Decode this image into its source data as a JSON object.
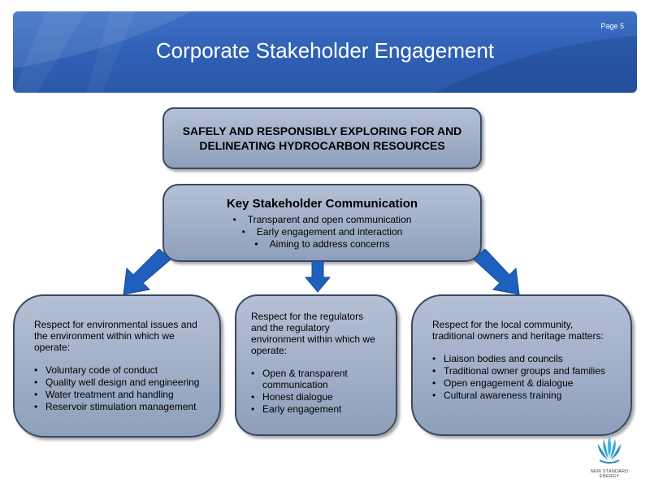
{
  "header": {
    "page_label": "Page 5",
    "title": "Corporate Stakeholder Engagement"
  },
  "top_box": {
    "text": "SAFELY AND RESPONSIBLY EXPLORING FOR AND DELINEATING HYDROCARBON RESOURCES"
  },
  "key_box": {
    "title": "Key Stakeholder Communication",
    "items": [
      "Transparent and open communication",
      "Early engagement and interaction",
      "Aiming to address concerns"
    ]
  },
  "columns": [
    {
      "intro": "Respect for environmental issues  and the environment within which we operate:",
      "items": [
        "Voluntary code of conduct",
        "Quality well design and engineering",
        "Water treatment and handling",
        "Reservoir stimulation management"
      ]
    },
    {
      "intro": "Respect for the regulators and the regulatory environment within which we operate:",
      "items": [
        "Open & transparent communication",
        "Honest dialogue",
        "Early engagement"
      ]
    },
    {
      "intro": "Respect for the local community, traditional owners and heritage matters:",
      "items": [
        "Liaison bodies and councils",
        "Traditional owner groups and families",
        "Open engagement & dialogue",
        "Cultural awareness training"
      ]
    }
  ],
  "logo": {
    "line1": "NEW STANDARD",
    "line2": "ENERGY"
  },
  "colors": {
    "banner": "#2f5fb5",
    "box_fill": "#a3b1c9",
    "box_border": "#3a4a64",
    "arrow": "#1f5fbd"
  }
}
